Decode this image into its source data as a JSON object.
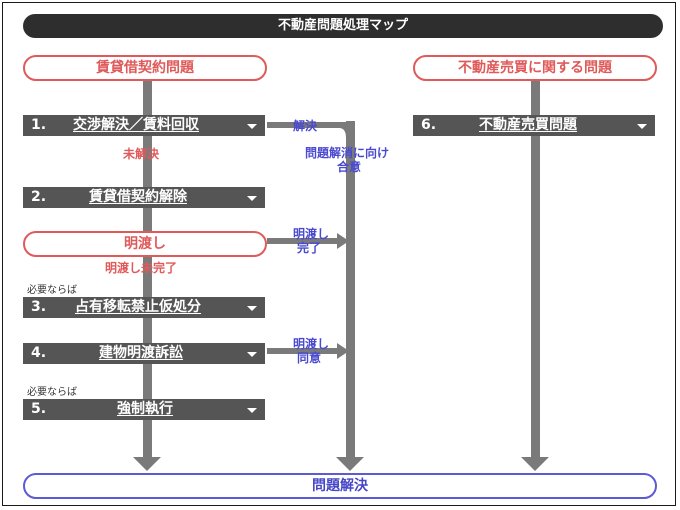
{
  "title": "不動産問題処理マップ",
  "starts": {
    "lease": "賃貸借契約問題",
    "sale": "不動産売買に関する問題"
  },
  "steps": {
    "s1": {
      "num": "1.",
      "label": "交渉解決／賃料回収"
    },
    "s2": {
      "num": "2.",
      "label": "賃貸借契約解除"
    },
    "s3": {
      "num": "3.",
      "label": "占有移転禁止仮処分"
    },
    "s4": {
      "num": "4.",
      "label": "建物明渡訴訟"
    },
    "s5": {
      "num": "5.",
      "label": "強制執行"
    },
    "s6": {
      "num": "6.",
      "label": "不動産売買問題"
    }
  },
  "eviction": "明渡し",
  "notes": {
    "resolved": "解決",
    "toward_resolution_1": "問題解消に向け",
    "toward_resolution_2": "合意",
    "unresolved": "未解決",
    "handover_1": "明渡し",
    "handover_2": "完了",
    "handover_incomplete": "明渡し未完了",
    "if_needed_1": "必要ならば",
    "agree_1": "明渡し",
    "agree_2": "同意",
    "if_needed_2": "必要ならば"
  },
  "final": "問題解決",
  "colors": {
    "dark": "#555555",
    "red": "#e05a5a",
    "blue": "#4a4ad0",
    "arrow": "#7a7a7a"
  }
}
